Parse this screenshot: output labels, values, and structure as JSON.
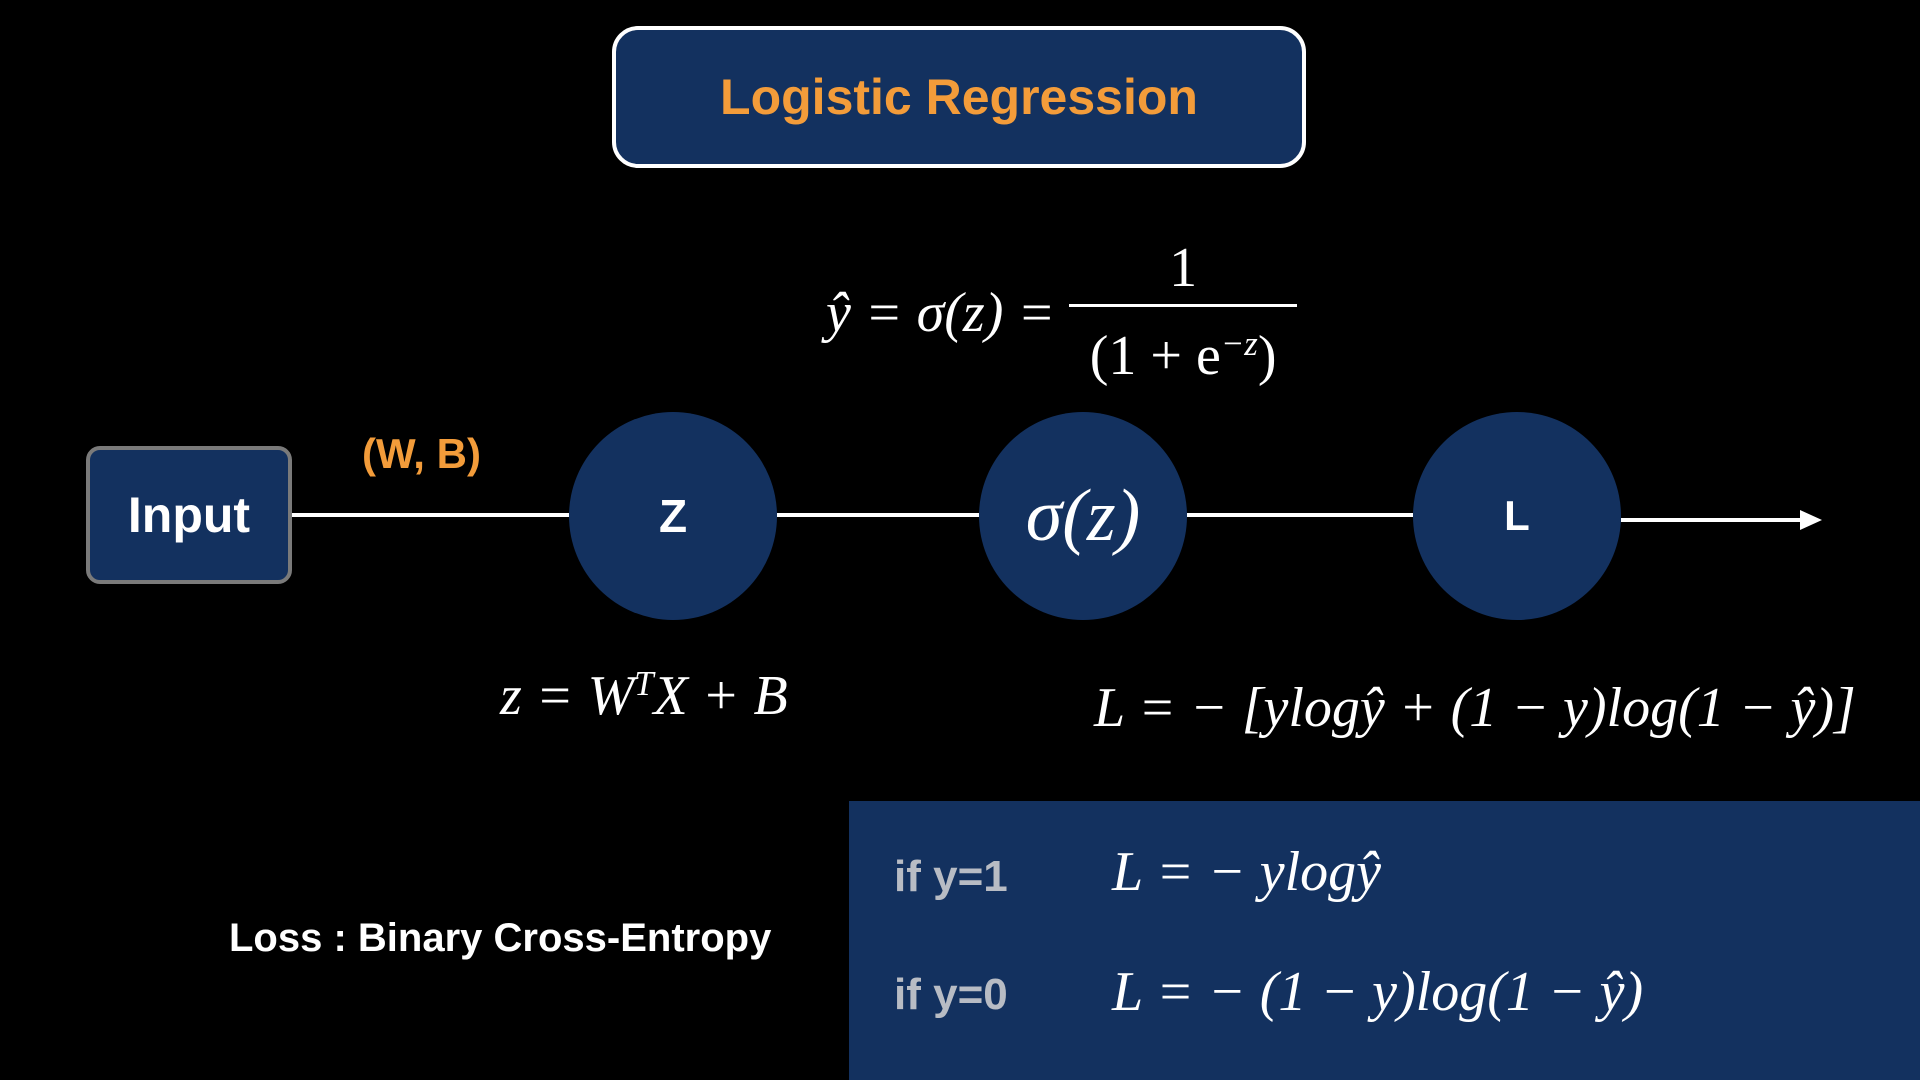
{
  "title": "Logistic Regression",
  "sigmoid_formula": {
    "lhs": "ŷ = σ(z) =",
    "numerator": "1",
    "denominator_base": "(1 + e",
    "denominator_exp": "−z",
    "denominator_close": ")"
  },
  "input_label": "Input",
  "params_label": "(W, B)",
  "nodes": {
    "z": "Z",
    "sigma": "σ(z)",
    "loss": "L"
  },
  "z_formula": {
    "lhs": "z = W",
    "sup": "T",
    "rest": "X + B"
  },
  "loss_formula": "L = − [ylogŷ + (1 − y)log(1 − ŷ)]",
  "loss_caption": "Loss : Binary Cross-Entropy",
  "cases": [
    {
      "condition": "if y=1",
      "formula": "L = − ylogŷ"
    },
    {
      "condition": "if y=0",
      "formula": "L = − (1 − y)log(1 − ŷ)"
    }
  ],
  "colors": {
    "background": "#000000",
    "node_fill": "#13315f",
    "accent_orange": "#f39c3a",
    "condition_gray": "#b8bcc4"
  }
}
